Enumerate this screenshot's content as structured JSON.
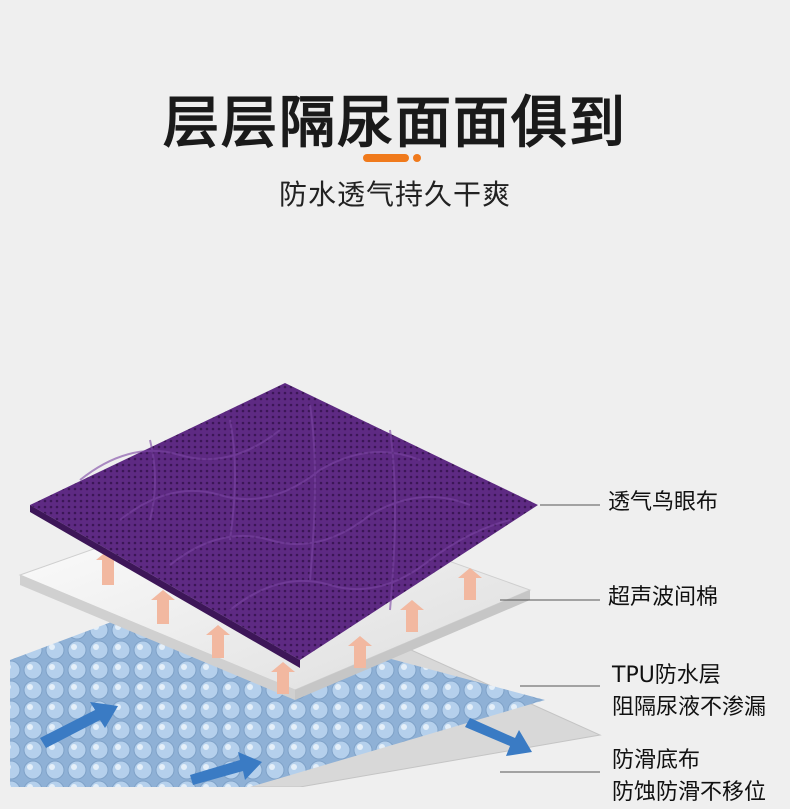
{
  "header": {
    "title": "层层隔尿面面俱到",
    "subtitle": "防水透气持久干爽"
  },
  "colors": {
    "accent": "#f07a1c",
    "top_fabric": "#5e2a83",
    "cotton": "#f4f4f4",
    "tpu": "#a9c8e6",
    "arrow": "#f2b8a0"
  },
  "layers": [
    {
      "lines": [
        "透气鸟眼布"
      ]
    },
    {
      "lines": [
        "超声波间棉"
      ]
    },
    {
      "lines": [
        "TPU防水层",
        "阻隔尿液不渗漏"
      ]
    },
    {
      "lines": [
        "防滑底布",
        "防蚀防滑不移位"
      ]
    }
  ]
}
